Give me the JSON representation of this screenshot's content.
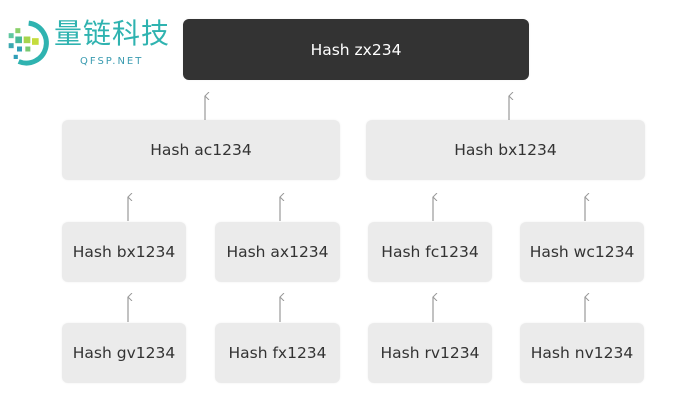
{
  "root": {
    "label": "Hash zx234"
  },
  "level1": [
    {
      "label": "Hash ac1234"
    },
    {
      "label": "Hash bx1234"
    }
  ],
  "level2": [
    {
      "label": "Hash bx1234"
    },
    {
      "label": "Hash ax1234"
    },
    {
      "label": "Hash fc1234"
    },
    {
      "label": "Hash wc1234"
    }
  ],
  "leaves": [
    {
      "label": "Hash gv1234"
    },
    {
      "label": "Hash fx1234"
    },
    {
      "label": "Hash rv1234"
    },
    {
      "label": "Hash nv1234"
    }
  ],
  "watermark": {
    "text": "量链科技",
    "sub": "QFSP.NET"
  },
  "colors": {
    "root": "#333333",
    "node": "#ebebeb",
    "arrow": "#999999",
    "watermark": "#2fb3b0"
  }
}
